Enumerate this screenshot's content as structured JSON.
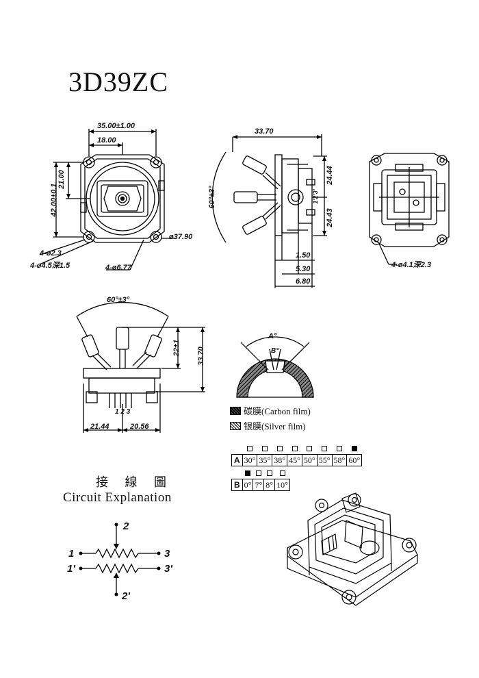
{
  "title": "3D39ZC",
  "front_view": {
    "dim_width": "35.00±1.00",
    "dim_half": "18.00",
    "dim_height": "42.00±0.1",
    "dim_upper": "21.00",
    "dim_hole_small": "4-ø2.3",
    "dim_hole_counterbore": "4-ø4.5深1.5",
    "dim_hole_large": "4-ø6.77",
    "dim_diameter": "ø37.90"
  },
  "side_view": {
    "dim_top": "33.70",
    "dim_angle": "60°±3°",
    "dim_upper": "24.44",
    "dim_lower": "24.43",
    "pin_label": "1'2'3'",
    "dim_a": "1.50",
    "dim_b": "5.30",
    "dim_c": "6.80"
  },
  "back_view": {
    "dim_hole": "4-ø4.1深2.3"
  },
  "lower_view": {
    "dim_angle": "60°±3°",
    "dim_stick": "22±1",
    "dim_height": "33.70",
    "pin_label": "1 2 3",
    "dim_left": "21.44",
    "dim_right": "20.56"
  },
  "arc_detail": {
    "label_a": "A°",
    "label_b": "B°"
  },
  "legend": {
    "carbon": "碳膜(Carbon film)",
    "silver": "银膜(Silver film)"
  },
  "angle_table": {
    "row_a_key": "A",
    "row_a": [
      "30°",
      "35°",
      "38°",
      "45°",
      "50°",
      "55°",
      "58°",
      "60°"
    ],
    "row_a_selected": 7,
    "row_b_key": "B",
    "row_b": [
      "0°",
      "7°",
      "8°",
      "10°"
    ],
    "row_b_selected": 0
  },
  "circuit": {
    "title_cn": "接 線 圖",
    "title_en": "Circuit Explanation",
    "pin_1": "1",
    "pin_2": "2",
    "pin_3": "3",
    "pin_1p": "1'",
    "pin_2p": "2'",
    "pin_3p": "3'"
  }
}
